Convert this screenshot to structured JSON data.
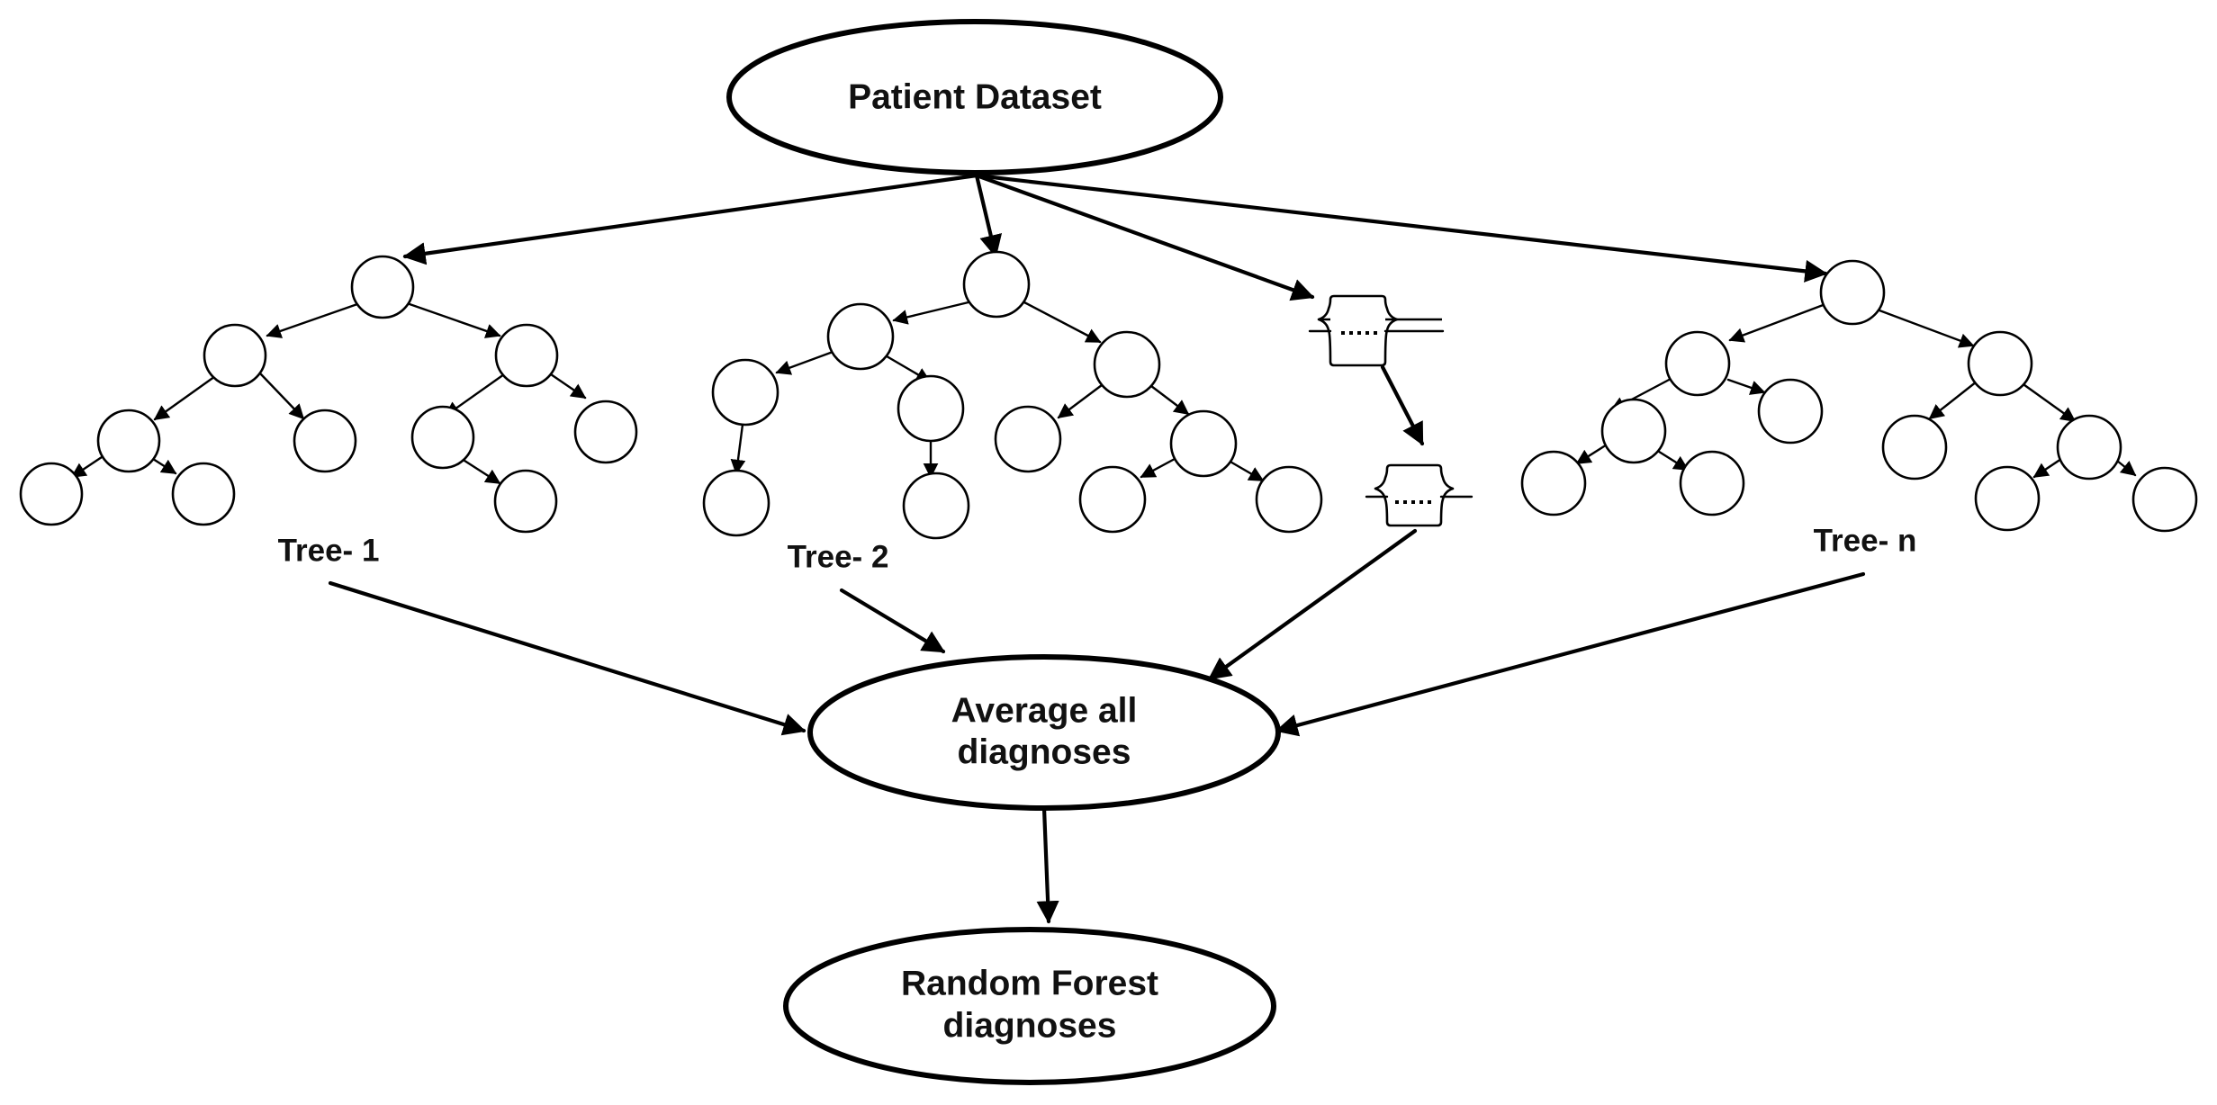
{
  "diagram": {
    "source": {
      "label": "Patient Dataset"
    },
    "trees": [
      {
        "label": "Tree- 1"
      },
      {
        "label": "Tree- 2"
      },
      {
        "label": "Tree- n"
      }
    ],
    "aggregate": {
      "label_line1": "Average all",
      "label_line2": "diagnoses"
    },
    "output": {
      "label_line1": "Random Forest",
      "label_line2": "diagnoses"
    },
    "placeholder_nodes": [
      "ellipsis-node-upper",
      "ellipsis-node-lower"
    ]
  }
}
